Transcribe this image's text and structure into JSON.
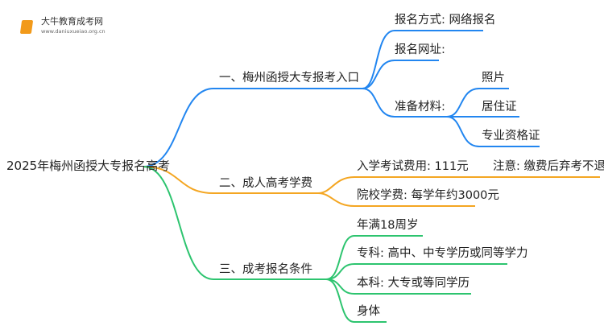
{
  "logo": {
    "name": "大牛教育成考网",
    "url": "www.daniuxueiao.org.cn"
  },
  "root": "2025年梅州函授大专报名高考",
  "colors": {
    "blue": "#2286f0",
    "orange": "#f4a622",
    "green": "#2dc46f"
  },
  "branches": [
    {
      "label": "一、梅州函授大专报考入口",
      "children": [
        {
          "label": "报名方式: 网络报名"
        },
        {
          "label": "报名网址:"
        },
        {
          "label": "准备材料:",
          "children": [
            "照片",
            "居住证",
            "专业资格证"
          ]
        }
      ]
    },
    {
      "label": "二、成人高考学费",
      "children": [
        {
          "label": "入学考试费用: 111元",
          "note": "注意: 缴费后弃考不退费"
        },
        {
          "label": "院校学费: 每学年约3000元"
        }
      ]
    },
    {
      "label": "三、成考报名条件",
      "children": [
        {
          "label": "年满18周岁"
        },
        {
          "label": "专科: 高中、中专学历或同等学力"
        },
        {
          "label": "本科: 大专或等同学历"
        },
        {
          "label": "身体"
        }
      ]
    }
  ]
}
